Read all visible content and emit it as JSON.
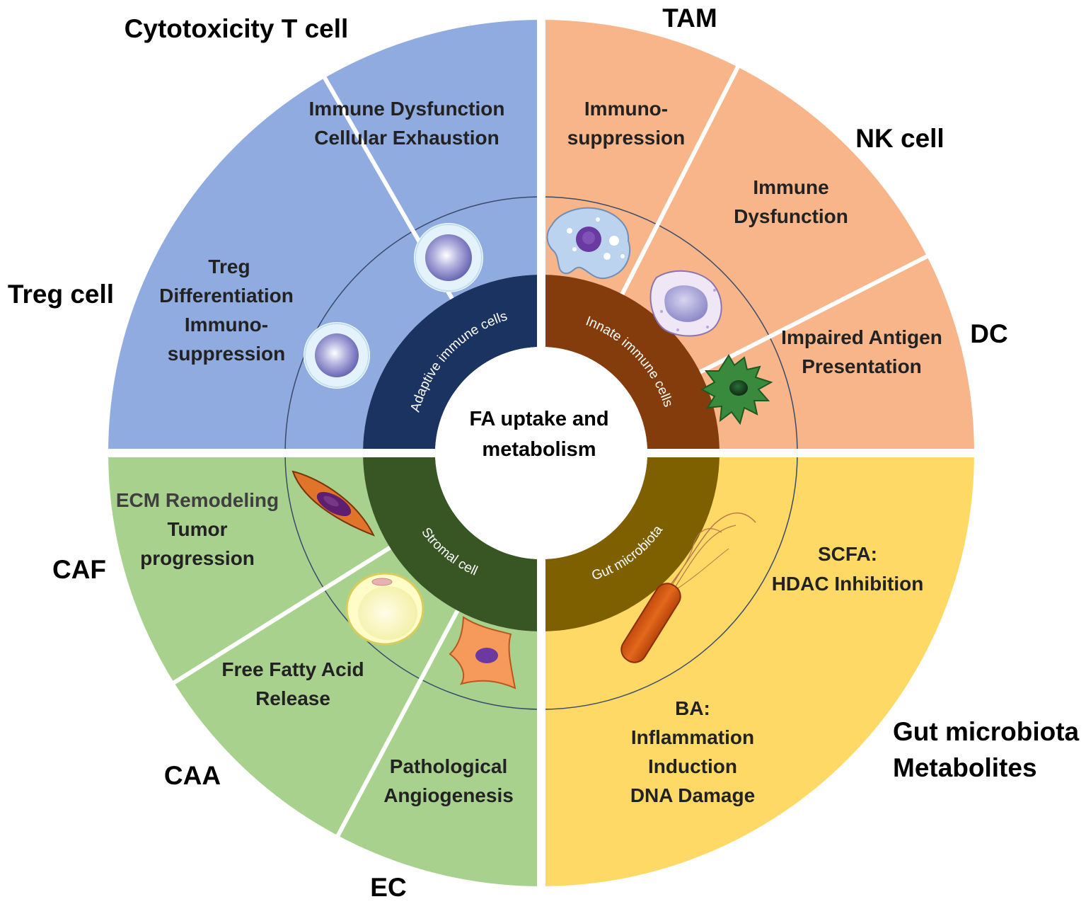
{
  "center": {
    "line1": "FA uptake and",
    "line2": "metabolism"
  },
  "quadrants": {
    "adaptive": {
      "ring_label": "Adaptive immune cells",
      "color": "#8FABE0",
      "ring_color": "#1B3361"
    },
    "innate": {
      "ring_label": "Innate immune cells",
      "color": "#F8B589",
      "ring_color": "#843C0C"
    },
    "stromal": {
      "ring_label": "Stromal cell",
      "color": "#A9D18E",
      "ring_color": "#375623"
    },
    "gut": {
      "ring_label": "Gut microbiota",
      "color": "#FFD966",
      "ring_color": "#7F6000"
    }
  },
  "segments": {
    "cytotoxic_t": {
      "label": "Cytotoxicity T cell",
      "text": [
        "Immune Dysfunction",
        "Cellular Exhaustion"
      ]
    },
    "treg": {
      "label": "Treg cell",
      "text": [
        "Treg",
        "Differentiation",
        "Immuno-",
        "suppression"
      ]
    },
    "tam": {
      "label": "TAM",
      "text": [
        "Immuno-",
        "suppression"
      ]
    },
    "nk": {
      "label": "NK cell",
      "text": [
        "Immune",
        "Dysfunction"
      ]
    },
    "dc": {
      "label": "DC",
      "text": [
        "Impaired Antigen",
        "Presentation"
      ]
    },
    "caf": {
      "label": "CAF",
      "text": [
        "ECM Remodeling",
        "Tumor",
        "progression"
      ]
    },
    "caa": {
      "label": "CAA",
      "text": [
        "Free Fatty Acid",
        "Release"
      ]
    },
    "ec": {
      "label": "EC",
      "text": [
        "Pathological",
        "Angiogenesis"
      ]
    },
    "gut": {
      "label_line1": "Gut microbiota",
      "label_line2": "Metabolites",
      "scfa": [
        "SCFA:",
        "HDAC Inhibition"
      ],
      "ba": [
        "BA:",
        "Inflammation",
        "Induction",
        "DNA Damage"
      ]
    }
  },
  "cell_icons": [
    "t-cell-icon",
    "treg-cell-icon",
    "macrophage-icon",
    "nk-cell-icon",
    "dendritic-cell-icon",
    "fibroblast-icon",
    "adipocyte-icon",
    "endothelial-cell-icon",
    "bacterium-icon"
  ]
}
